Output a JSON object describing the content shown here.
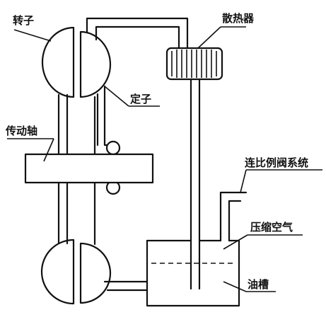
{
  "labels": {
    "rotor": "转子",
    "stator": "定子",
    "radiator": "散热器",
    "drive_shaft": "传动轴",
    "proportional_valve": "连比例阀系统",
    "compressed_air": "压缩空气",
    "oil_tank": "油槽"
  }
}
